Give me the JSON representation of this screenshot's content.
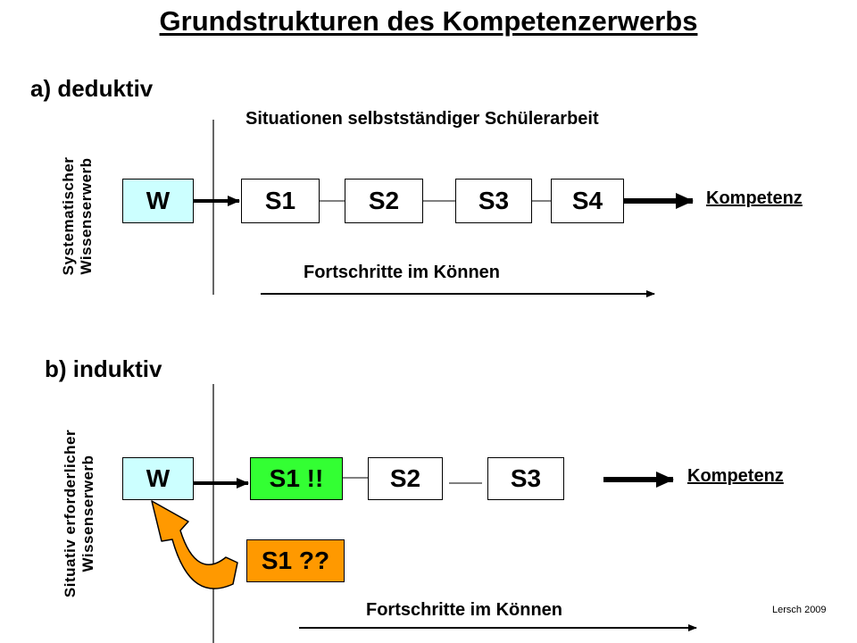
{
  "title": "Grundstrukturen des Kompetenzerwerbs",
  "section_a": {
    "heading": "a) deduktiv",
    "top_caption": "Situationen selbstständiger Schülerarbeit",
    "side_label_line1": "Systematischer",
    "side_label_line2": "Wissenserwerb",
    "w_label": "W",
    "steps": [
      "S1",
      "S2",
      "S3",
      "S4"
    ],
    "result_label": "Kompetenz",
    "progress_label": "Fortschritte im Können",
    "colors": {
      "w_box": "#ccffff",
      "step_box": "#ffffff"
    }
  },
  "section_b": {
    "heading": "b) induktiv",
    "side_label_line1": "Situativ erforderlicher",
    "side_label_line2": "Wissenserwerb",
    "w_label": "W",
    "steps": [
      "S1 !!",
      "S2",
      "S3"
    ],
    "question_box": "S1 ??",
    "result_label": "Kompetenz",
    "progress_label": "Fortschritte im Können",
    "colors": {
      "w_box": "#ccffff",
      "s1_box": "#33ff33",
      "question_box": "#ff9900",
      "return_arrow": "#ff9900"
    }
  },
  "credit": "Lersch 2009"
}
